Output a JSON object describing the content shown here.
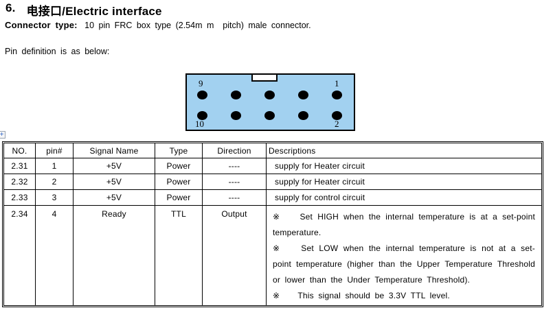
{
  "header": {
    "section_number": "6.",
    "section_title": "电接口/Electric interface"
  },
  "intro": {
    "connector_type_label": "Connector type:",
    "connector_type_value": "10 pin FRC box type (2.54m m  pitch) male connector.",
    "pin_definition_text": "Pin definition  is as below:"
  },
  "connector": {
    "fill_color": "#a2d1f0",
    "border_color": "#000000",
    "pins_per_row": 5,
    "rows": 2,
    "labels": {
      "top_left": "9",
      "top_right": "1",
      "bottom_left": "10",
      "bottom_right": "2"
    }
  },
  "table_handle": {
    "glyph": "+"
  },
  "table": {
    "headers": [
      "NO.",
      "pin#",
      "Signal Name",
      "Type",
      "Direction",
      "Descriptions"
    ],
    "rows": [
      {
        "no": "2.31",
        "pin": "1",
        "signal": "+5V",
        "type": "Power",
        "direction": "----",
        "description": "supply for Heater circuit"
      },
      {
        "no": "2.32",
        "pin": "2",
        "signal": "+5V",
        "type": "Power",
        "direction": "----",
        "description": "supply for Heater circuit"
      },
      {
        "no": "2.33",
        "pin": "3",
        "signal": "+5V",
        "type": "Power",
        "direction": "----",
        "description": "supply for control circuit"
      },
      {
        "no": "2.34",
        "pin": "4",
        "signal": "Ready",
        "type": "TTL",
        "direction": "Output",
        "description_paragraphs": [
          "※    Set HIGH when the internal temperature is at a set-point temperature.",
          "※    Set LOW when the internal temperature is not at a set-point temperature (higher than the Upper Temperature Threshold or lower than the Under Temperature Threshold).",
          "※    This signal should be 3.3V TTL level."
        ]
      }
    ]
  }
}
